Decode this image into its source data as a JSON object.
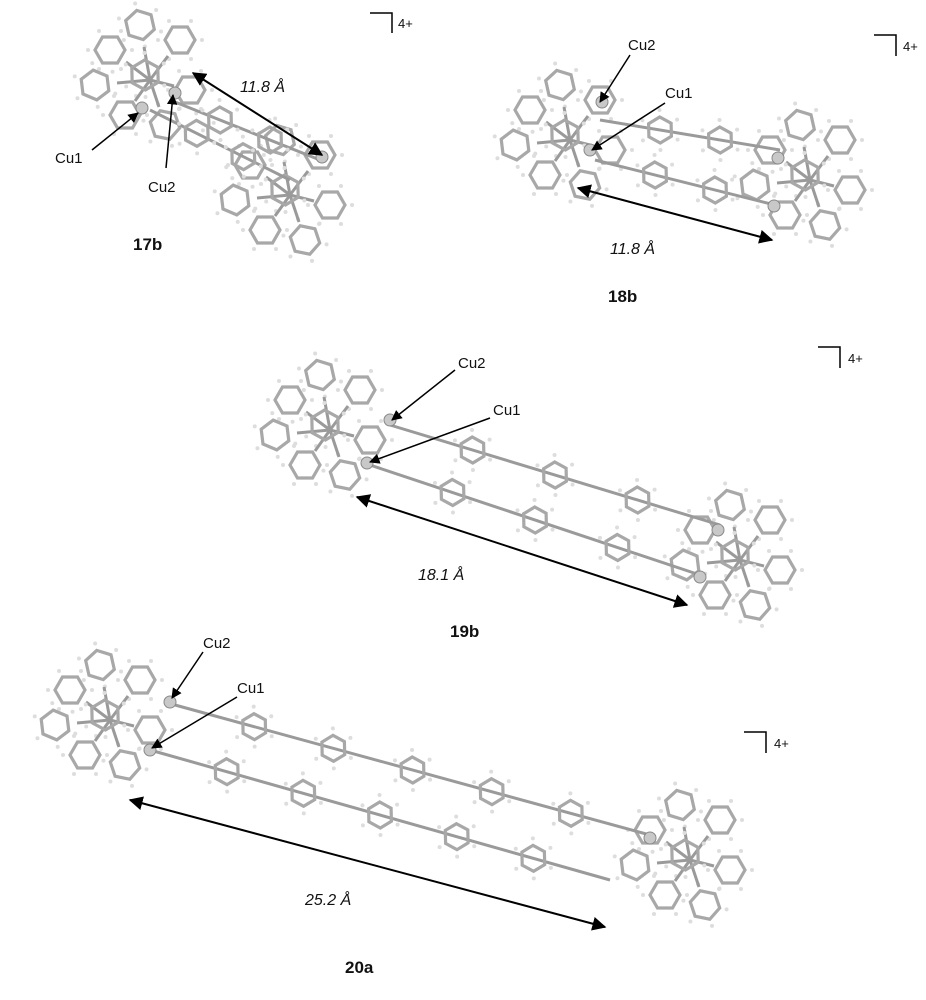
{
  "structures": [
    {
      "id": "17b",
      "charge": "4+",
      "distance": "11.8 Å",
      "cu1": "Cu1",
      "cu2": "Cu2"
    },
    {
      "id": "18b",
      "charge": "4+",
      "distance": "11.8 Å",
      "cu1": "Cu1",
      "cu2": "Cu2"
    },
    {
      "id": "19b",
      "charge": "4+",
      "distance": "18.1 Å",
      "cu1": "Cu1",
      "cu2": "Cu2"
    },
    {
      "id": "20a",
      "charge": "4+",
      "distance": "25.2 Å",
      "cu1": "Cu1",
      "cu2": "Cu2"
    }
  ],
  "colors": {
    "molecule": "#a8a8a8",
    "metal": "#c8c8c8",
    "text": "#111111"
  }
}
